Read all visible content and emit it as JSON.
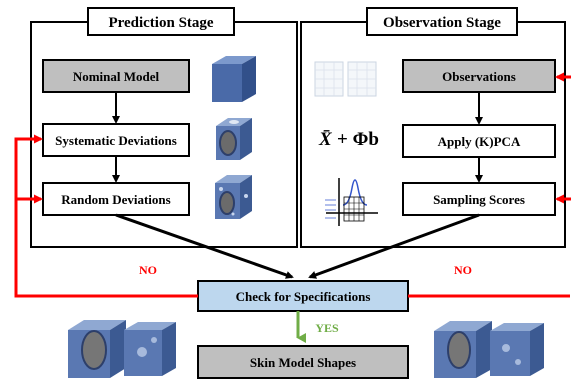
{
  "prediction": {
    "title": "Prediction Stage",
    "nominal_model": "Nominal Model",
    "systematic_deviations": "Systematic Deviations",
    "random_deviations": "Random Deviations"
  },
  "observation": {
    "title": "Observation Stage",
    "observations": "Observations",
    "apply_pca": "Apply (K)PCA",
    "sampling_scores": "Sampling Scores",
    "formula_xbar": "X̄",
    "formula_rest": "+  Φb"
  },
  "check": {
    "label": "Check for Specifications",
    "no_left": "NO",
    "no_right": "NO",
    "yes": "YES"
  },
  "output": {
    "label": "Skin Model Shapes"
  },
  "colors": {
    "gray_box": "#bfbfbf",
    "check_box": "#bdd7ee",
    "red": "#ff0000",
    "green": "#70ad47",
    "cube": "#4a6fa5"
  },
  "icons": [
    "nominal-cube-icon",
    "systematic-cube-icon",
    "random-cube-icon",
    "scan-cubes-icon",
    "distribution-plot-icon",
    "output-cubes-icon"
  ]
}
